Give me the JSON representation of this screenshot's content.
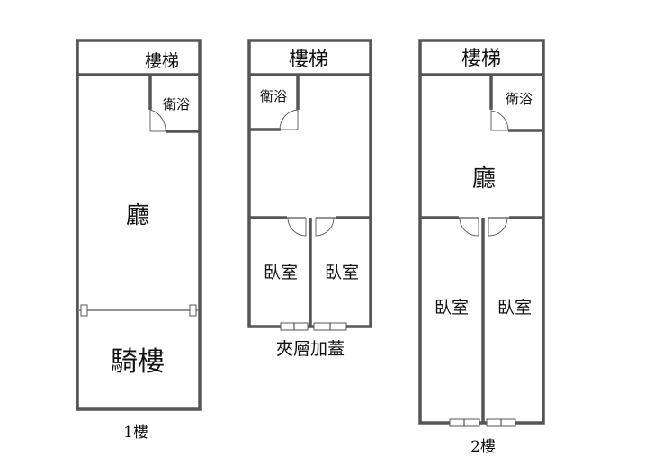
{
  "floor1": {
    "stairs": "樓梯",
    "bath": "衛浴",
    "hall": "廳",
    "arcade": "騎樓",
    "caption": "1樓"
  },
  "mezz": {
    "stairs": "樓梯",
    "bath": "衛浴",
    "bed_left": "臥室",
    "bed_right": "臥室",
    "caption": "夾層加蓋"
  },
  "floor2": {
    "stairs": "樓梯",
    "bath": "衛浴",
    "hall": "廳",
    "bed_left": "臥室",
    "bed_right": "臥室",
    "caption": "2樓"
  },
  "colors": {
    "wall": "#555555",
    "text": "#111111",
    "background": "#ffffff"
  }
}
